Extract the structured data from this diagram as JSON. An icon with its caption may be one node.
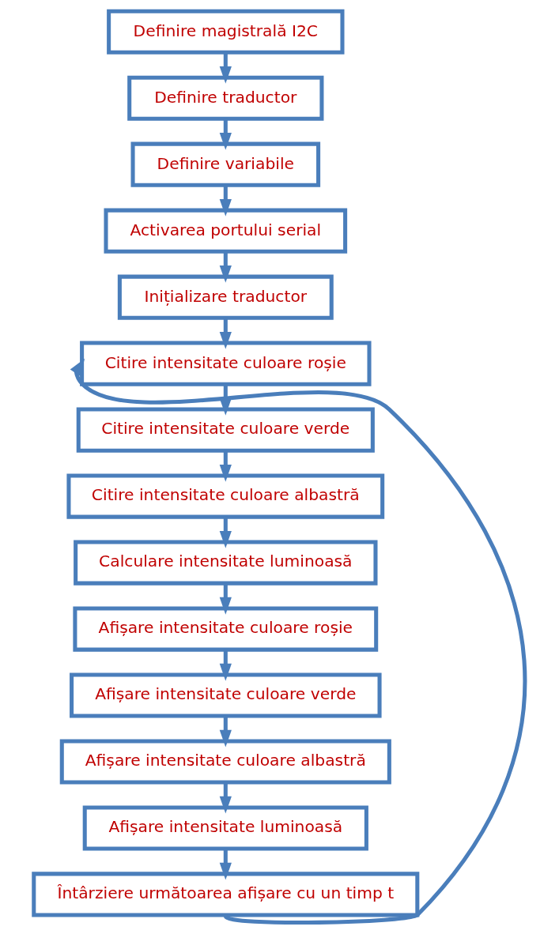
{
  "diagram": {
    "nodes": [
      {
        "text": [
          "Definire magistrală I2C"
        ]
      },
      {
        "text": [
          "Definire traductor"
        ]
      },
      {
        "text": [
          "Definire variabile"
        ]
      },
      {
        "text": [
          "Activarea portului serial"
        ]
      },
      {
        "text": [
          "Inițializare traductor"
        ]
      },
      {
        "text": [
          "Citire intensitate culoare roșie"
        ]
      },
      {
        "text": [
          "Citire intensitate culoare verde"
        ]
      },
      {
        "text": [
          "Citire intensitate culoare albastră"
        ]
      },
      {
        "text": [
          "Calculare intensitate luminoasă"
        ]
      },
      {
        "text": [
          "Afișare intensitate culoare roșie"
        ]
      },
      {
        "text": [
          "Afișare intensitate culoare verde"
        ]
      },
      {
        "text": [
          "Afișare intensitate culoare albastră"
        ]
      },
      {
        "text": [
          "Afișare intensitate luminoasă"
        ]
      },
      {
        "text": [
          "Întârziere următoarea afișare cu un timp t"
        ]
      }
    ],
    "edges": [
      {
        "from": 0,
        "to": 1,
        "arrow": "to"
      },
      {
        "from": 1,
        "to": 2,
        "arrow": "to"
      },
      {
        "from": 2,
        "to": 3,
        "arrow": "to"
      },
      {
        "from": 3,
        "to": 4,
        "arrow": "to"
      },
      {
        "from": 4,
        "to": 5,
        "arrow": "to"
      },
      {
        "from": 5,
        "to": 6,
        "arrow": "to"
      },
      {
        "from": 6,
        "to": 7,
        "arrow": "to"
      },
      {
        "from": 7,
        "to": 8,
        "arrow": "to"
      },
      {
        "from": 8,
        "to": 9,
        "arrow": "to"
      },
      {
        "from": 9,
        "to": 10,
        "arrow": "to"
      },
      {
        "from": 10,
        "to": 11,
        "arrow": "to"
      },
      {
        "from": 11,
        "to": 12,
        "arrow": "to"
      },
      {
        "from": 12,
        "to": 13,
        "arrow": "to"
      },
      {
        "from": 13,
        "to": 5,
        "arrow": "to"
      }
    ]
  }
}
